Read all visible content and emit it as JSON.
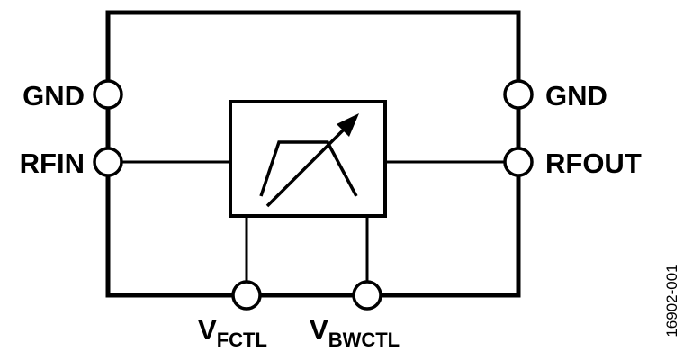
{
  "pins": {
    "gnd_left": "GND",
    "rfin": "RFIN",
    "gnd_right": "GND",
    "rfout": "RFOUT",
    "vfctl": {
      "main": "V",
      "sub": "FCTL"
    },
    "vbwctl": {
      "main": "V",
      "sub": "BWCTL"
    }
  },
  "figure_id": "16902-001",
  "colors": {
    "line": "#000000",
    "background": "#ffffff"
  }
}
